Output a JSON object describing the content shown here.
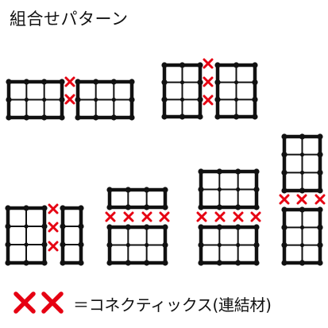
{
  "title": "組合せパターン",
  "legend": {
    "text": "＝コネクティックス(連結材)",
    "symbol_color": "#e60012"
  },
  "colors": {
    "frame": "#111111",
    "connector": "#e60012"
  },
  "patterns": [
    {
      "name": "side-by-side-landscape",
      "panels": 2,
      "connectors": 2
    },
    {
      "name": "side-by-side-portrait",
      "panels": 2,
      "connectors": 3
    },
    {
      "name": "tall-plus-narrow",
      "panels": 2,
      "connectors": 3
    },
    {
      "name": "thin-stacked",
      "panels": 2,
      "connectors": 4
    },
    {
      "name": "landscape-stacked",
      "panels": 2,
      "connectors": 4
    },
    {
      "name": "portrait-stacked",
      "panels": 2,
      "connectors": 3
    }
  ]
}
